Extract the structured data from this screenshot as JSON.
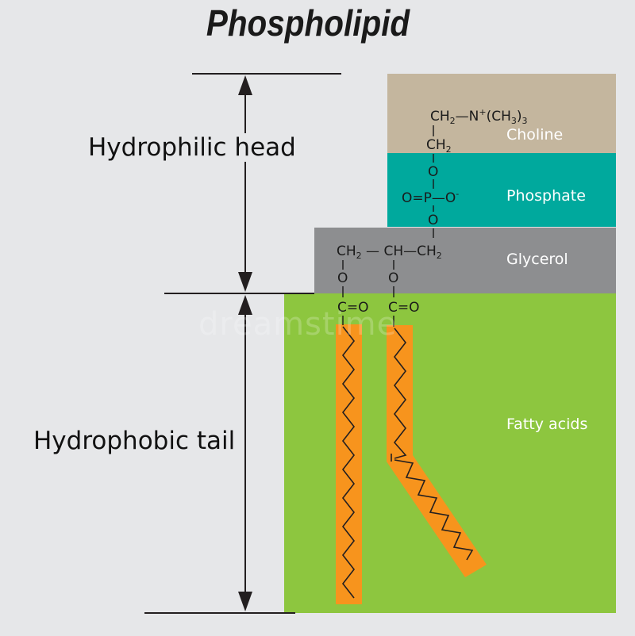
{
  "title": "Phospholipid",
  "regions": {
    "head_label": "Hydrophilic head",
    "tail_label": "Hydrophobic tail"
  },
  "groups": {
    "choline": "Choline",
    "phosphate": "Phosphate",
    "glycerol": "Glycerol",
    "fatty_acids": "Fatty acids"
  },
  "colors": {
    "background": "#e6e7e9",
    "choline": "#c4b69e",
    "phosphate": "#00a99d",
    "glycerol": "#8d8e90",
    "fatty_acids": "#8dc63f",
    "tail_chain": "#f7941d",
    "zigzag": "#231f20"
  },
  "watermark": "dreamstime"
}
